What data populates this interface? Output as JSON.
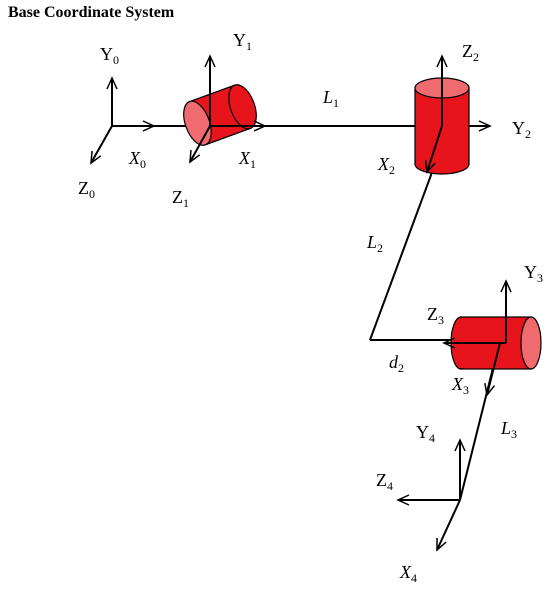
{
  "title": "Base Coordinate System",
  "colors": {
    "body": "#e8141c",
    "face": "#f06b6f",
    "outline": "#000000",
    "line": "#000000"
  },
  "frames": [
    {
      "name": "frame-0",
      "labels": {
        "y": [
          "Y",
          "0"
        ],
        "x": [
          "X",
          "0"
        ],
        "z": [
          "Z",
          "0"
        ]
      }
    },
    {
      "name": "frame-1",
      "labels": {
        "y": [
          "Y",
          "1"
        ],
        "x": [
          "X",
          "1"
        ],
        "z": [
          "Z",
          "1"
        ]
      }
    },
    {
      "name": "frame-2",
      "labels": {
        "z": [
          "Z",
          "2"
        ],
        "y": [
          "Y",
          "2"
        ],
        "x": [
          "X",
          "2"
        ]
      }
    },
    {
      "name": "frame-3",
      "labels": {
        "y": [
          "Y",
          "3"
        ],
        "z": [
          "Z",
          "3"
        ],
        "x": [
          "X",
          "3"
        ]
      }
    },
    {
      "name": "frame-4",
      "labels": {
        "y": [
          "Y",
          "4"
        ],
        "z": [
          "Z",
          "4"
        ],
        "x": [
          "X",
          "4"
        ]
      }
    }
  ],
  "links": {
    "L1": [
      "L",
      "1"
    ],
    "L2": [
      "L",
      "2"
    ],
    "d2": [
      "d",
      "2"
    ],
    "L3": [
      "L",
      "3"
    ]
  }
}
